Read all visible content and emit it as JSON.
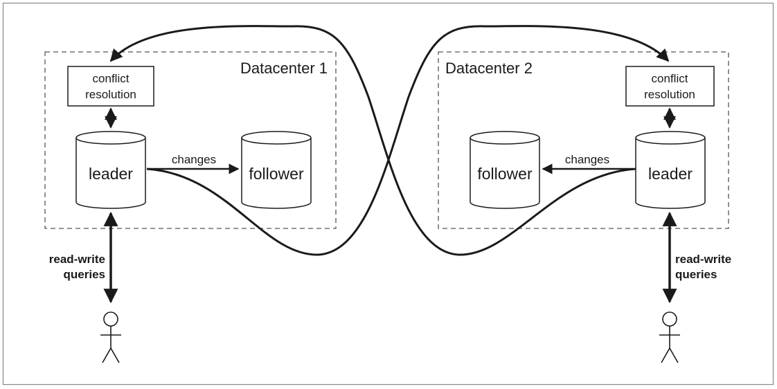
{
  "datacenters": [
    {
      "title": "Datacenter 1",
      "conflict_box": {
        "line1": "conflict",
        "line2": "resolution"
      },
      "leader_label": "leader",
      "follower_label": "follower",
      "changes_label": "changes",
      "client_label": {
        "line1": "read-write",
        "line2": "queries"
      }
    },
    {
      "title": "Datacenter 2",
      "conflict_box": {
        "line1": "conflict",
        "line2": "resolution"
      },
      "leader_label": "leader",
      "follower_label": "follower",
      "changes_label": "changes",
      "client_label": {
        "line1": "read-write",
        "line2": "queries"
      }
    }
  ],
  "icons": {
    "client": "person-icon",
    "database": "cylinder-icon"
  },
  "colors": {
    "stroke": "#1a1a1a",
    "frame": "#888888",
    "background": "#ffffff"
  }
}
